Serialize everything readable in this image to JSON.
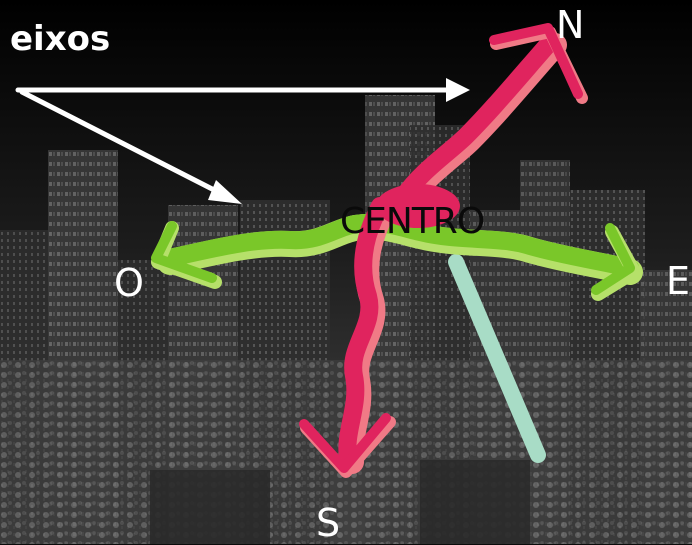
{
  "diagram": {
    "title": "eixos",
    "center": "CENTRO",
    "directions": {
      "north": "N",
      "south": "S",
      "east": "E",
      "west": "O"
    }
  },
  "colors": {
    "north_south_axis": "#e0245e",
    "north_south_highlight": "#f07a86",
    "east_west_axis": "#7ac729",
    "east_west_highlight": "#b6e06a",
    "secondary_axis": "#a8dcc6",
    "pointer_arrows": "#ffffff",
    "background": "#111111"
  }
}
